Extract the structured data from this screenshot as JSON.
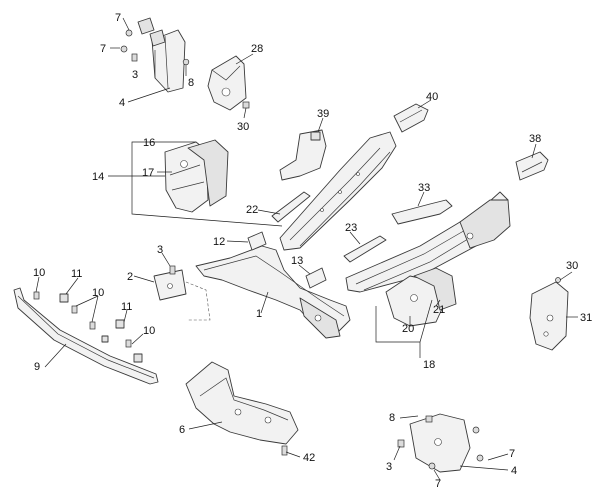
{
  "callouts": [
    {
      "id": "c7a",
      "text": "7"
    },
    {
      "id": "c7b",
      "text": "7"
    },
    {
      "id": "c3a",
      "text": "3"
    },
    {
      "id": "c4a",
      "text": "4"
    },
    {
      "id": "c8a",
      "text": "8"
    },
    {
      "id": "c28",
      "text": "28"
    },
    {
      "id": "c30a",
      "text": "30"
    },
    {
      "id": "c39",
      "text": "39"
    },
    {
      "id": "c40",
      "text": "40"
    },
    {
      "id": "c38",
      "text": "38"
    },
    {
      "id": "c16",
      "text": "16"
    },
    {
      "id": "c14",
      "text": "14"
    },
    {
      "id": "c17",
      "text": "17"
    },
    {
      "id": "c33",
      "text": "33"
    },
    {
      "id": "c22",
      "text": "22"
    },
    {
      "id": "c23",
      "text": "23"
    },
    {
      "id": "c12",
      "text": "12"
    },
    {
      "id": "c3b",
      "text": "3"
    },
    {
      "id": "c2",
      "text": "2"
    },
    {
      "id": "c13",
      "text": "13"
    },
    {
      "id": "c30b",
      "text": "30"
    },
    {
      "id": "c10a",
      "text": "10"
    },
    {
      "id": "c11a",
      "text": "11"
    },
    {
      "id": "c10b",
      "text": "10"
    },
    {
      "id": "c21",
      "text": "21"
    },
    {
      "id": "c1",
      "text": "1"
    },
    {
      "id": "c11b",
      "text": "11"
    },
    {
      "id": "c31",
      "text": "31"
    },
    {
      "id": "c20",
      "text": "20"
    },
    {
      "id": "c10c",
      "text": "10"
    },
    {
      "id": "c9",
      "text": "9"
    },
    {
      "id": "c18",
      "text": "18"
    },
    {
      "id": "c8b",
      "text": "8"
    },
    {
      "id": "c6",
      "text": "6"
    },
    {
      "id": "c7c",
      "text": "7"
    },
    {
      "id": "c3c",
      "text": "3"
    },
    {
      "id": "c4b",
      "text": "4"
    },
    {
      "id": "c7d",
      "text": "7"
    },
    {
      "id": "c42",
      "text": "42"
    }
  ]
}
